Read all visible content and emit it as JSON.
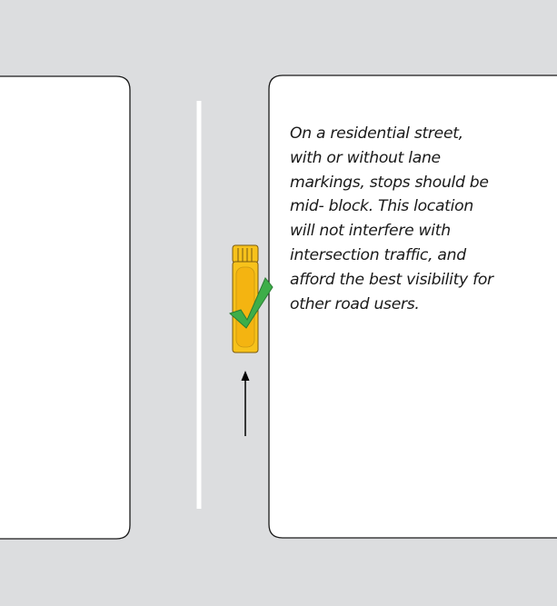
{
  "caption": {
    "lines": [
      "On a residential street,",
      "with or without lane",
      "markings, stops should be",
      "mid- block.  This location",
      "will not interfere with",
      "intersection traffic, and",
      "afford the best visibility for",
      "other road users."
    ]
  },
  "colors": {
    "road": "#dcdddf",
    "block_fill": "#ffffff",
    "block_stroke": "#1a1a1a",
    "lane_marking": "#ffffff",
    "bus_body": "#f7c21b",
    "bus_outline": "#7a5a10",
    "checkmark": "#3dae49",
    "arrow": "#000000"
  },
  "icons": {
    "vehicle": "school-bus-icon",
    "status": "checkmark-icon",
    "direction": "arrow-up-icon"
  }
}
